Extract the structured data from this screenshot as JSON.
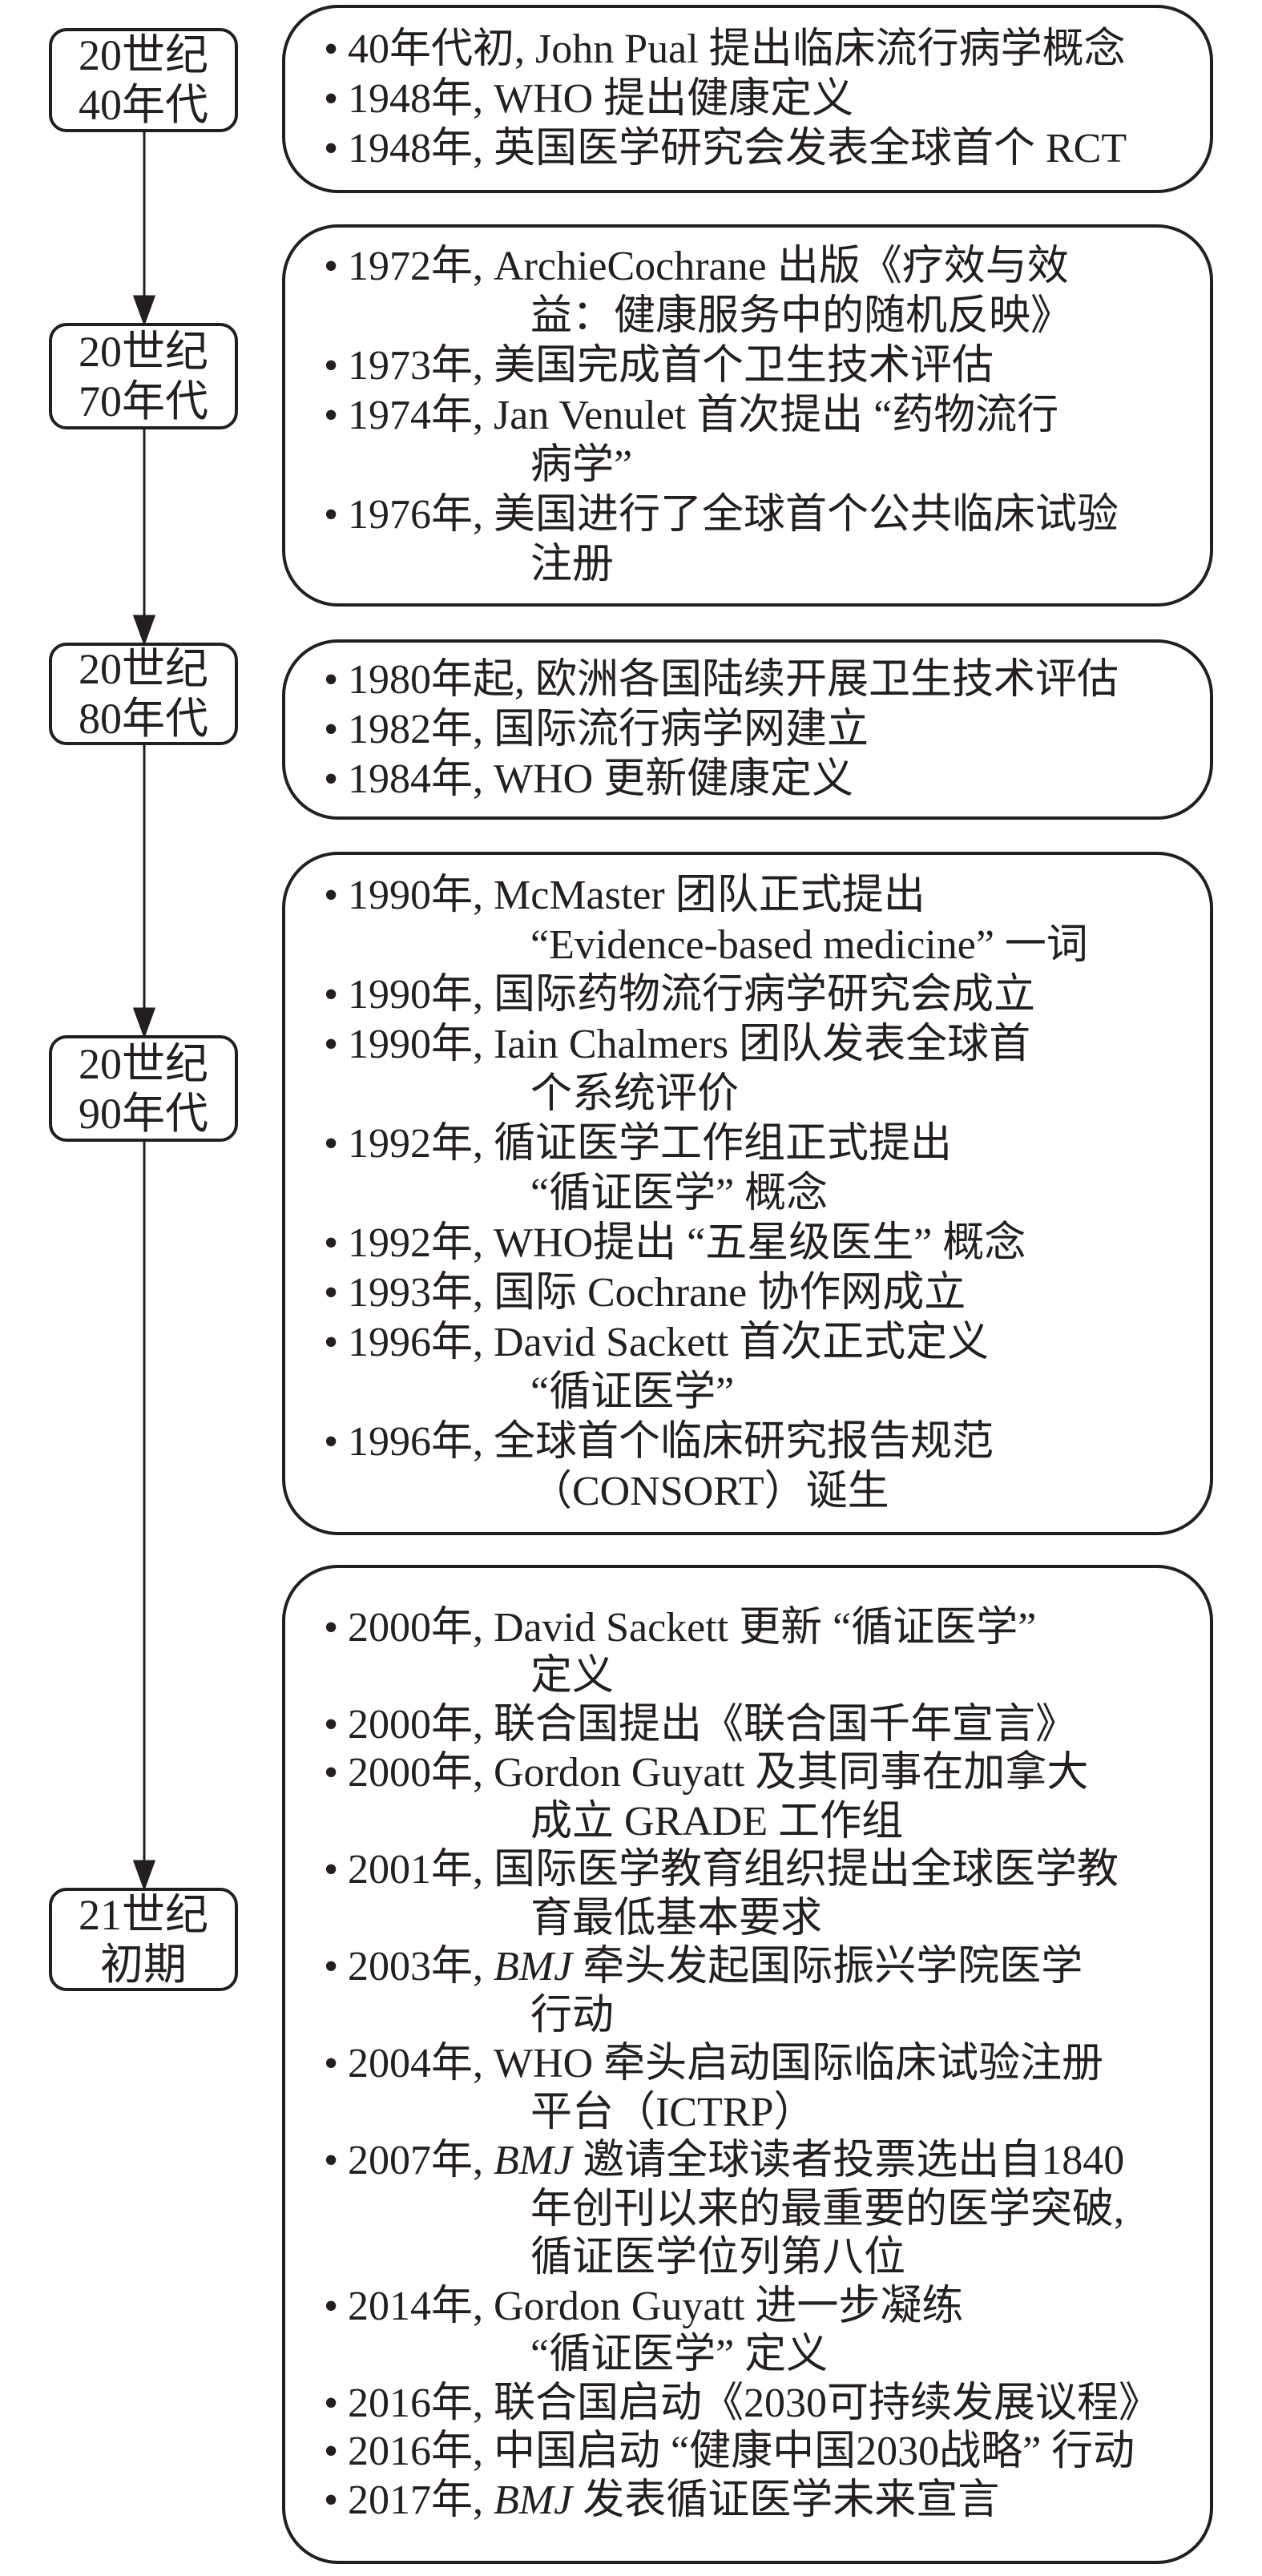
{
  "title": "循证医学发展历程",
  "periods": [
    {
      "era": [
        "20世纪",
        "40年代"
      ],
      "events": [
        {
          "lines": [
            "40年代初, John Pual 提出临床流行病学概念"
          ]
        },
        {
          "lines": [
            "1948年, WHO 提出健康定义"
          ]
        },
        {
          "lines": [
            "1948年, 英国医学研究会发表全球首个 RCT"
          ]
        }
      ]
    },
    {
      "era": [
        "20世纪",
        "70年代"
      ],
      "events": [
        {
          "lines": [
            "1972年, ArchieCochrane 出版《疗效与效",
            "益：健康服务中的随机反映》"
          ]
        },
        {
          "lines": [
            "1973年, 美国完成首个卫生技术评估"
          ]
        },
        {
          "lines": [
            "1974年, Jan Venulet 首次提出 “药物流行",
            "病学”"
          ]
        },
        {
          "lines": [
            "1976年, 美国进行了全球首个公共临床试验",
            "注册"
          ]
        }
      ]
    },
    {
      "era": [
        "20世纪",
        "80年代"
      ],
      "events": [
        {
          "lines": [
            "1980年起, 欧洲各国陆续开展卫生技术评估"
          ]
        },
        {
          "lines": [
            "1982年, 国际流行病学网建立"
          ]
        },
        {
          "lines": [
            "1984年, WHO 更新健康定义"
          ]
        }
      ]
    },
    {
      "era": [
        "20世纪",
        "90年代"
      ],
      "events": [
        {
          "lines": [
            "1990年, McMaster 团队正式提出",
            "“Evidence-based medicine” 一词"
          ]
        },
        {
          "lines": [
            "1990年, 国际药物流行病学研究会成立"
          ]
        },
        {
          "lines": [
            "1990年, Iain Chalmers 团队发表全球首",
            "个系统评价"
          ]
        },
        {
          "lines": [
            "1992年, 循证医学工作组正式提出",
            "“循证医学” 概念"
          ]
        },
        {
          "lines": [
            "1992年, WHO提出 “五星级医生” 概念"
          ]
        },
        {
          "lines": [
            "1993年, 国际 Cochrane 协作网成立"
          ]
        },
        {
          "lines": [
            "1996年, David Sackett 首次正式定义",
            "“循证医学”"
          ]
        },
        {
          "lines": [
            "1996年, 全球首个临床研究报告规范",
            "（CONSORT）诞生"
          ]
        }
      ]
    },
    {
      "era": [
        "21世纪",
        "初期"
      ],
      "events": [
        {
          "lines": [
            "2000年, David Sackett 更新 “循证医学”",
            "定义"
          ]
        },
        {
          "lines": [
            "2000年, 联合国提出《联合国千年宣言》"
          ]
        },
        {
          "lines": [
            "2000年, Gordon Guyatt 及其同事在加拿大",
            "成立 GRADE 工作组"
          ]
        },
        {
          "lines": [
            "2001年, 国际医学教育组织提出全球医学教",
            "育最低基本要求"
          ]
        },
        {
          "lines": [
            "2003年, BMJ 牵头发起国际振兴学院医学",
            "行动"
          ],
          "italic": "BMJ"
        },
        {
          "lines": [
            "2004年, WHO 牵头启动国际临床试验注册",
            "平台（ICTRP）"
          ]
        },
        {
          "lines": [
            "2007年, BMJ 邀请全球读者投票选出自1840",
            "年创刊以来的最重要的医学突破,",
            "循证医学位列第八位"
          ],
          "italic": "BMJ"
        },
        {
          "lines": [
            "2014年, Gordon Guyatt 进一步凝练",
            "“循证医学” 定义"
          ]
        },
        {
          "lines": [
            "2016年, 联合国启动《2030可持续发展议程》"
          ]
        },
        {
          "lines": [
            "2016年, 中国启动 “健康中国2030战略” 行动"
          ]
        },
        {
          "lines": [
            "2017年, BMJ 发表循证医学未来宣言"
          ],
          "italic": "BMJ"
        }
      ]
    }
  ]
}
